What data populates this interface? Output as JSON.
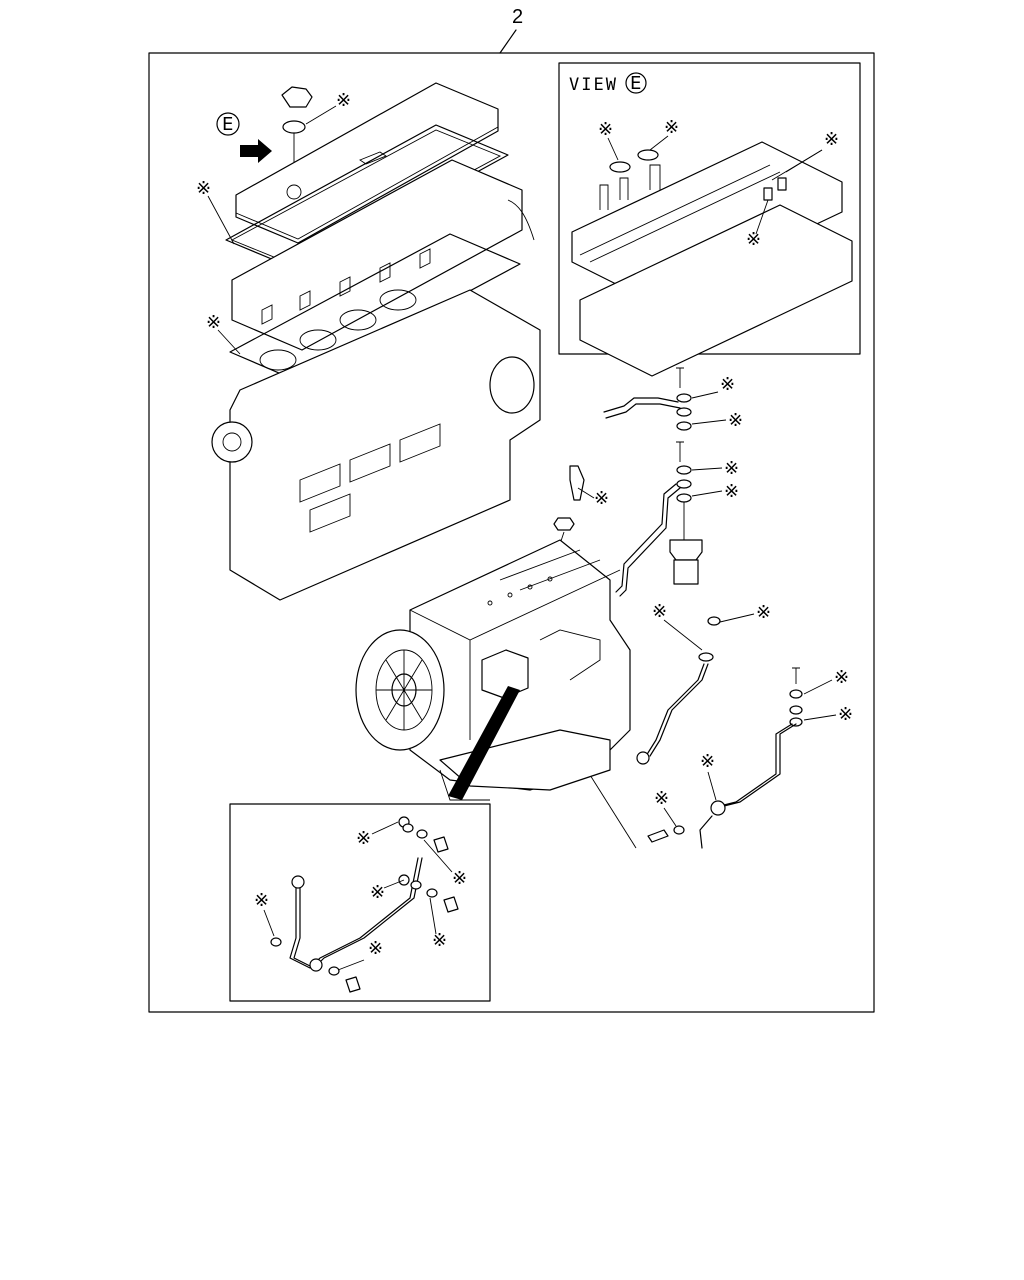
{
  "callout_number": "2",
  "view_title": "VIEW",
  "view_letter": "E",
  "view_arrow_letter": "E",
  "asterisk_mark": "※"
}
